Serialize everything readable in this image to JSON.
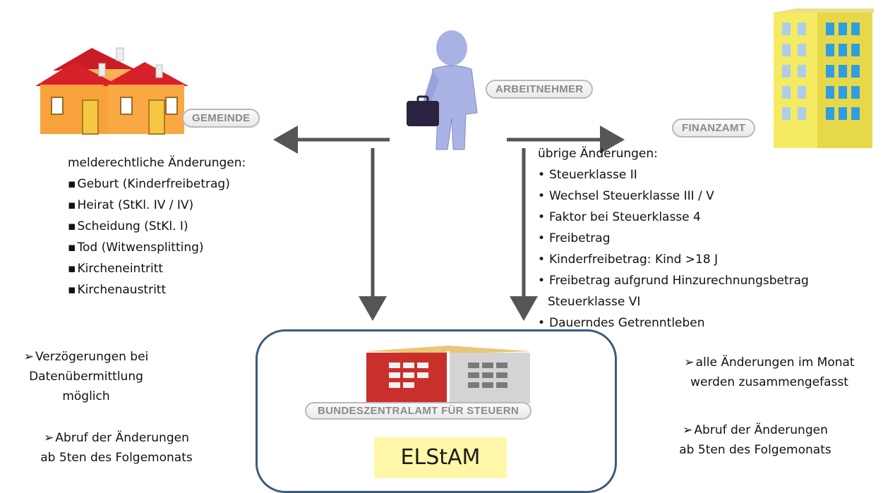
{
  "labels": {
    "gemeinde": "GEMEINDE",
    "arbeitnehmer": "ARBEITNEHMER",
    "finanzamt": "FINANZAMT",
    "bzst": "BUNDESZENTRALAMT FÜR STEUERN",
    "elstam": "ELStAM"
  },
  "left_block": {
    "heading": "melderechtliche Änderungen:",
    "items": [
      "Geburt (Kinderfreibetrag)",
      "Heirat (StKl. IV / IV)",
      "Scheidung (StKl. I)",
      "Tod (Witwensplitting)",
      "Kircheneintritt",
      "Kirchenaustritt"
    ]
  },
  "right_block": {
    "heading": "übrige Änderungen:",
    "items": [
      "Steuerklasse II",
      "Wechsel Steuerklasse III / V",
      "Faktor bei Steuerklasse 4",
      "Freibetrag",
      "Kinderfreibetrag: Kind >18 J",
      "Freibetrag aufgrund Hinzurechnungsbetrag",
      "Dauerndes Getrenntleben"
    ],
    "item_continuation": "Steuerklasse VI"
  },
  "notes_left": {
    "delay": [
      "Verzögerungen bei",
      "Datenübermittlung",
      "möglich"
    ],
    "retrieval": [
      "Abruf der Änderungen",
      "ab 5ten des Folgemonats"
    ]
  },
  "notes_right": {
    "summary": [
      "alle Änderungen im Monat",
      "werden zusammengefasst"
    ],
    "retrieval": [
      "Abruf der Änderungen",
      "ab 5ten des Folgemonats"
    ]
  },
  "colors": {
    "arrow": "#555555",
    "box_border": "#3c5b7c",
    "elstam_bg": "#fff7a8",
    "house_roof": "#d8202a",
    "house_wall": "#f7a23a",
    "tower_body": "#f2e85a",
    "tower_window": "#2f9ee0",
    "person": "#a9b2e4",
    "building_red": "#c9302c"
  },
  "icons": [
    "houses-icon",
    "person-with-briefcase-icon",
    "office-tower-icon",
    "federal-office-building-icon"
  ]
}
